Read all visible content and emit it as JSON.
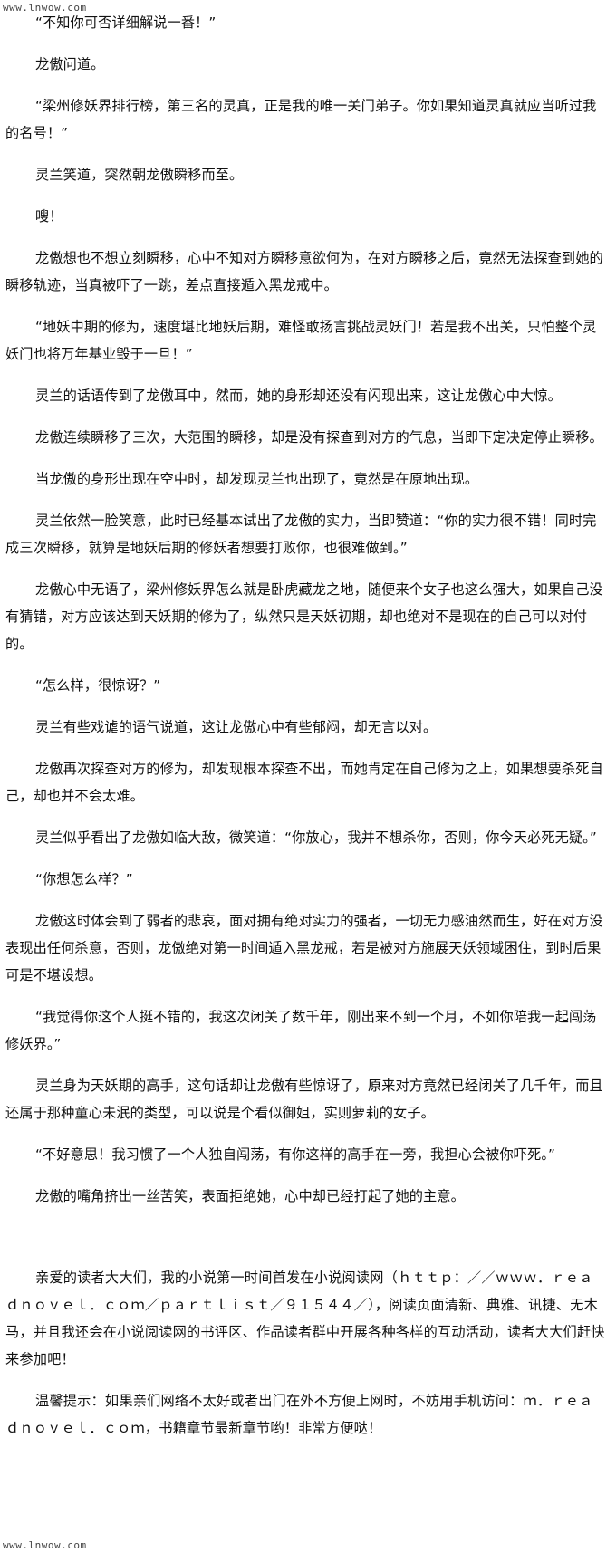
{
  "watermark": {
    "top": "www.lnwow.com",
    "bottom": "www.lnwow.com"
  },
  "paragraphs": [
    "“不知你可否详细解说一番！”",
    "龙傲问道。",
    "“梁州修妖界排行榜，第三名的灵真，正是我的唯一关门弟子。你如果知道灵真就应当听过我的名号！”",
    "灵兰笑道，突然朝龙傲瞬移而至。",
    "嗖！",
    "龙傲想也不想立刻瞬移，心中不知对方瞬移意欲何为，在对方瞬移之后，竟然无法探查到她的瞬移轨迹，当真被吓了一跳，差点直接遁入黑龙戒中。",
    "“地妖中期的修为，速度堪比地妖后期，难怪敢扬言挑战灵妖门！若是我不出关，只怕整个灵妖门也将万年基业毁于一旦！”",
    "灵兰的话语传到了龙傲耳中，然而，她的身形却还没有闪现出来，这让龙傲心中大惊。",
    "龙傲连续瞬移了三次，大范围的瞬移，却是没有探查到对方的气息，当即下定决定停止瞬移。",
    "当龙傲的身形出现在空中时，却发现灵兰也出现了，竟然是在原地出现。",
    "灵兰依然一脸笑意，此时已经基本试出了龙傲的实力，当即赞道：“你的实力很不错！同时完成三次瞬移，就算是地妖后期的修妖者想要打败你，也很难做到。”",
    "龙傲心中无语了，梁州修妖界怎么就是卧虎藏龙之地，随便来个女子也这么强大，如果自己没有猜错，对方应该达到天妖期的修为了，纵然只是天妖初期，却也绝对不是现在的自己可以对付的。",
    "“怎么样，很惊讶？”",
    "灵兰有些戏谑的语气说道，这让龙傲心中有些郁闷，却无言以对。",
    "龙傲再次探查对方的修为，却发现根本探查不出，而她肯定在自己修为之上，如果想要杀死自己，却也并不会太难。",
    "灵兰似乎看出了龙傲如临大敌，微笑道：“你放心，我并不想杀你，否则，你今天必死无疑。”",
    "“你想怎么样？”",
    "龙傲这时体会到了弱者的悲哀，面对拥有绝对实力的强者，一切无力感油然而生，好在对方没表现出任何杀意，否则，龙傲绝对第一时间遁入黑龙戒，若是被对方施展天妖领域困住，到时后果可是不堪设想。",
    "“我觉得你这个人挺不错的，我这次闭关了数千年，刚出来不到一个月，不如你陪我一起闯荡修妖界。”",
    "灵兰身为天妖期的高手，这句话却让龙傲有些惊讶了，原来对方竟然已经闭关了几千年，而且还属于那种童心未泯的类型，可以说是个看似御姐，实则萝莉的女子。",
    "“不好意思！我习惯了一个人独自闯荡，有你这样的高手在一旁，我担心会被你吓死。”",
    "龙傲的嘴角挤出一丝苦笑，表面拒绝她，心中却已经打起了她的主意。"
  ],
  "notice": {
    "p1": "亲爱的读者大大们，我的小说第一时间首发在小说阅读网（ｈｔｔｐ：／／ｗｗｗ．ｒｅａｄｎｏｖｅｌ．ｃｏｍ／ｐａｒｔｌｉｓｔ／９１５４４／），阅读页面清新、典雅、讯捷、无木马，并且我还会在小说阅读网的书评区、作品读者群中开展各种各样的互动活动，读者大大们赶快来参加吧！",
    "p2": "温馨提示：如果亲们网络不太好或者出门在外不方便上网时，不妨用手机访问：ｍ．ｒｅａｄｎｏｖｅｌ．ｃｏｍ，书籍章节最新章节哟！非常方便哒！"
  }
}
